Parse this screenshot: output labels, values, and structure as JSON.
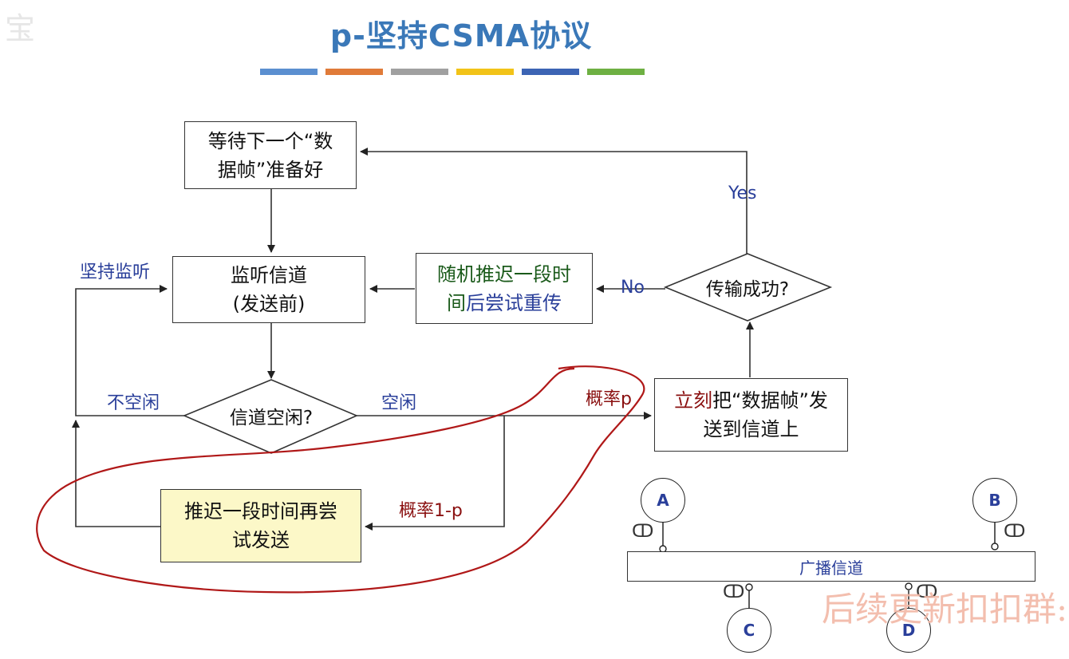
{
  "title": "p-坚持CSMA协议",
  "title_bar_colors": [
    "#5b8fd0",
    "#e07b39",
    "#a0a0a0",
    "#f2c318",
    "#3c64b4",
    "#6eb043"
  ],
  "boxes": {
    "wait_line1": "等待下一个“数",
    "wait_line2": "据帧”准备好",
    "listen_line1": "监听信道",
    "listen_line2": "(发送前)",
    "backoff_line1": "随机推迟一段时",
    "backoff_line2_a": "间",
    "backoff_line2_b": "后尝试重传",
    "send_line1_a": "立刻",
    "send_line1_b": "把“数据帧”发",
    "send_line2": "送到信道上",
    "defer_line1": "推迟一段时间再尝",
    "defer_line2": "试发送"
  },
  "diamonds": {
    "idle_question": "信道空闲?",
    "success_question": "传输成功?"
  },
  "labels": {
    "persist_listen": "坚持监听",
    "not_idle": "不空闲",
    "idle": "空闲",
    "prob_p": "概率p",
    "prob_1_minus_p": "概率1-p",
    "yes": "Yes",
    "no": "No"
  },
  "channel": {
    "label": "广播信道",
    "stations": [
      "A",
      "B",
      "C",
      "D"
    ]
  },
  "watermark": "后续更新扣扣群:",
  "corner_mark": "宝"
}
